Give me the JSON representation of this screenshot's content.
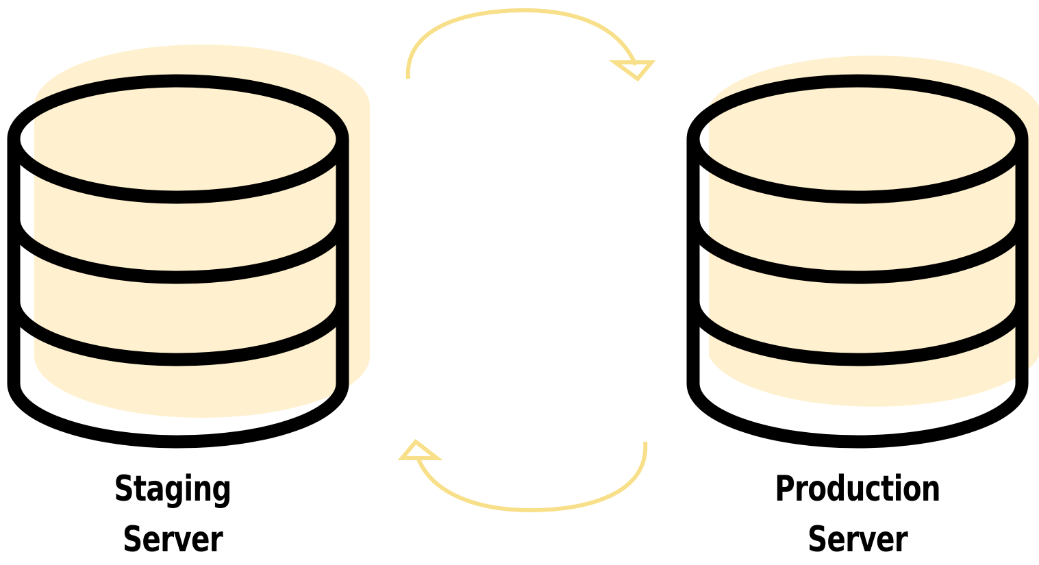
{
  "diagram": {
    "colors": {
      "outline": "#000000",
      "fill": "#fff1cf",
      "arrow": "#f8e08a",
      "background": "#ffffff"
    },
    "nodes": [
      {
        "id": "staging",
        "icon": "database-icon",
        "label_line1": "Staging",
        "label_line2": "Server"
      },
      {
        "id": "production",
        "icon": "database-icon",
        "label_line1": "Production",
        "label_line2": "Server"
      }
    ],
    "edges": [
      {
        "from": "staging",
        "to": "production",
        "style": "curved-arrow-top"
      },
      {
        "from": "production",
        "to": "staging",
        "style": "curved-arrow-bottom"
      }
    ]
  }
}
